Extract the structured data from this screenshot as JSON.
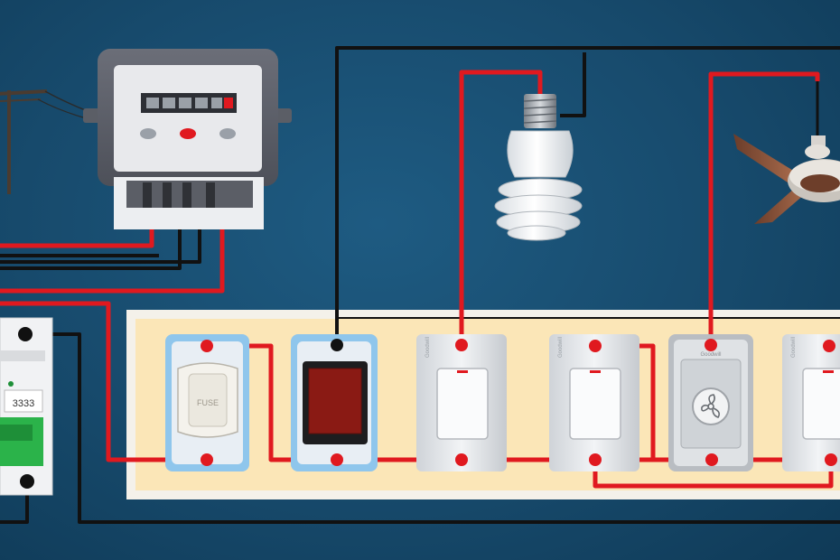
{
  "diagram": {
    "mcb": {
      "label": "3333"
    },
    "fuse": {
      "label": "FUSE"
    },
    "switch_brand": "Goodwill",
    "fan_regulator_brand": "Goodwill",
    "colors": {
      "background": "#174a6c",
      "board": "#fbe6b7",
      "phase_wire": "#e0191f",
      "neutral_wire": "#111111",
      "node": "#e0191f"
    },
    "icons": [
      "utility-pole-icon",
      "energy-meter-icon",
      "mcb-icon",
      "fuse-icon",
      "indicator-lamp-icon",
      "switch-icon",
      "fan-regulator-icon",
      "cfl-bulb-icon",
      "ceiling-fan-icon"
    ]
  }
}
